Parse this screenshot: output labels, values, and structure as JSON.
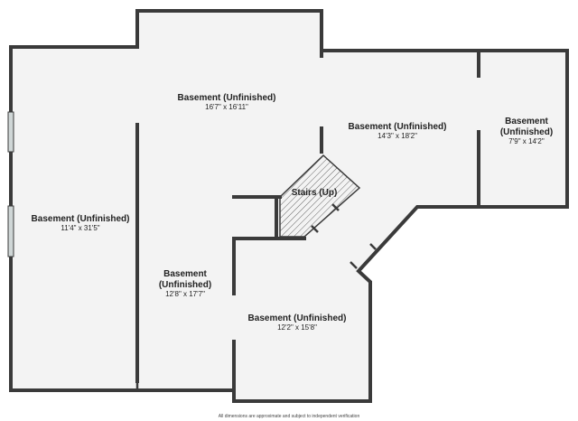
{
  "colors": {
    "wall": "#3a3a3a",
    "floor": "#f3f3f3",
    "window": "#cfd6d6",
    "text": "#222222"
  },
  "rooms": [
    {
      "name": "Basement (Unfinished)",
      "dims": "16'7\" x 16'11\""
    },
    {
      "name": "Basement (Unfinished)",
      "dims": "14'3\" x 18'2\""
    },
    {
      "name_line1": "Basement",
      "name_line2": "(Unfinished)",
      "dims": "7'9\" x 14'2\""
    },
    {
      "name": "Basement (Unfinished)",
      "dims": "11'4\" x 31'5\""
    },
    {
      "name_line1": "Basement",
      "name_line2": "(Unfinished)",
      "dims": "12'8\" x 17'7\""
    },
    {
      "name": "Basement (Unfinished)",
      "dims": "12'2\" x 15'8\""
    }
  ],
  "stairs": {
    "label": "Stairs (Up)"
  },
  "disclaimer": "All dimensions are approximate and subject to independent verification"
}
